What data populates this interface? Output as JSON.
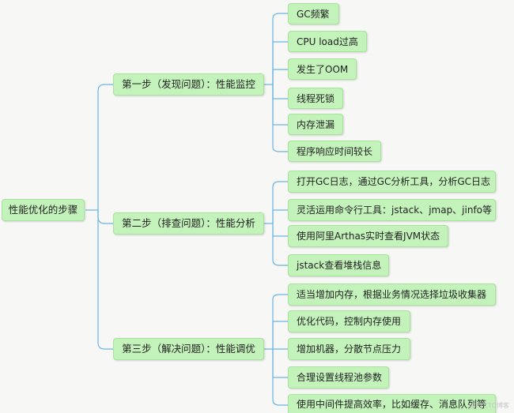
{
  "root": {
    "label": "性能优化的步骤"
  },
  "steps": [
    {
      "label": "第一步（发现问题）：性能监控",
      "items": [
        "GC频繁",
        "CPU load过高",
        "发生了OOM",
        "线程死锁",
        "内存泄漏",
        "程序响应时间较长"
      ]
    },
    {
      "label": "第二步（排查问题）：性能分析",
      "items": [
        "打开GC日志，通过GC分析工具，分析GC日志",
        "灵活运用命令行工具：jstack、jmap、jinfo等",
        "使用阿里Arthas实时查看JVM状态",
        "jstack查看堆栈信息"
      ]
    },
    {
      "label": "第三步（解决问题）：性能调优",
      "items": [
        "适当增加内存，根据业务情况选择垃圾收集器",
        "优化代码，控制内存使用",
        "增加机器，分散节点压力",
        "合理设置线程池参数",
        "使用中间件提高效率，比如缓存、消息队列等"
      ]
    }
  ],
  "watermark": "@51CTO博客",
  "colors": {
    "node": "#c3f2bb",
    "border": "#a6e39b",
    "line": "#6cb4e4",
    "background": "#f7f7f5"
  }
}
